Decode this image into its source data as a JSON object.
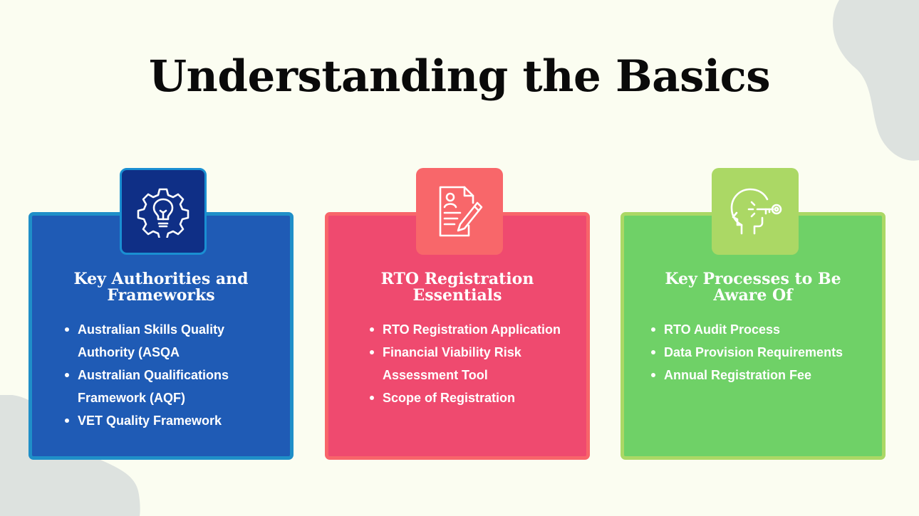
{
  "title": "Understanding the Basics",
  "colors": {
    "background": "#fbfdf1",
    "card_blue": "#1f5bb5",
    "card_red": "#ef4a6f",
    "card_green": "#6fd167",
    "tile_blue": "#0f2f86",
    "tile_red": "#f8676a",
    "tile_green": "#abd865"
  },
  "cards": [
    {
      "icon": "lightbulb-gear-icon",
      "title": "Key Authorities and Frameworks",
      "items": [
        "Australian Skills Quality Authority (ASQA",
        "Australian Qualifications Framework (AQF)",
        "VET Quality Framework"
      ]
    },
    {
      "icon": "document-pen-icon",
      "title": "RTO Registration Essentials",
      "items": [
        "RTO Registration Application",
        "Financial Viability Risk Assessment Tool",
        "Scope of Registration"
      ]
    },
    {
      "icon": "head-key-icon",
      "title": "Key Processes to Be Aware Of",
      "items": [
        "RTO Audit Process",
        "Data Provision Requirements",
        "Annual Registration Fee"
      ]
    }
  ]
}
